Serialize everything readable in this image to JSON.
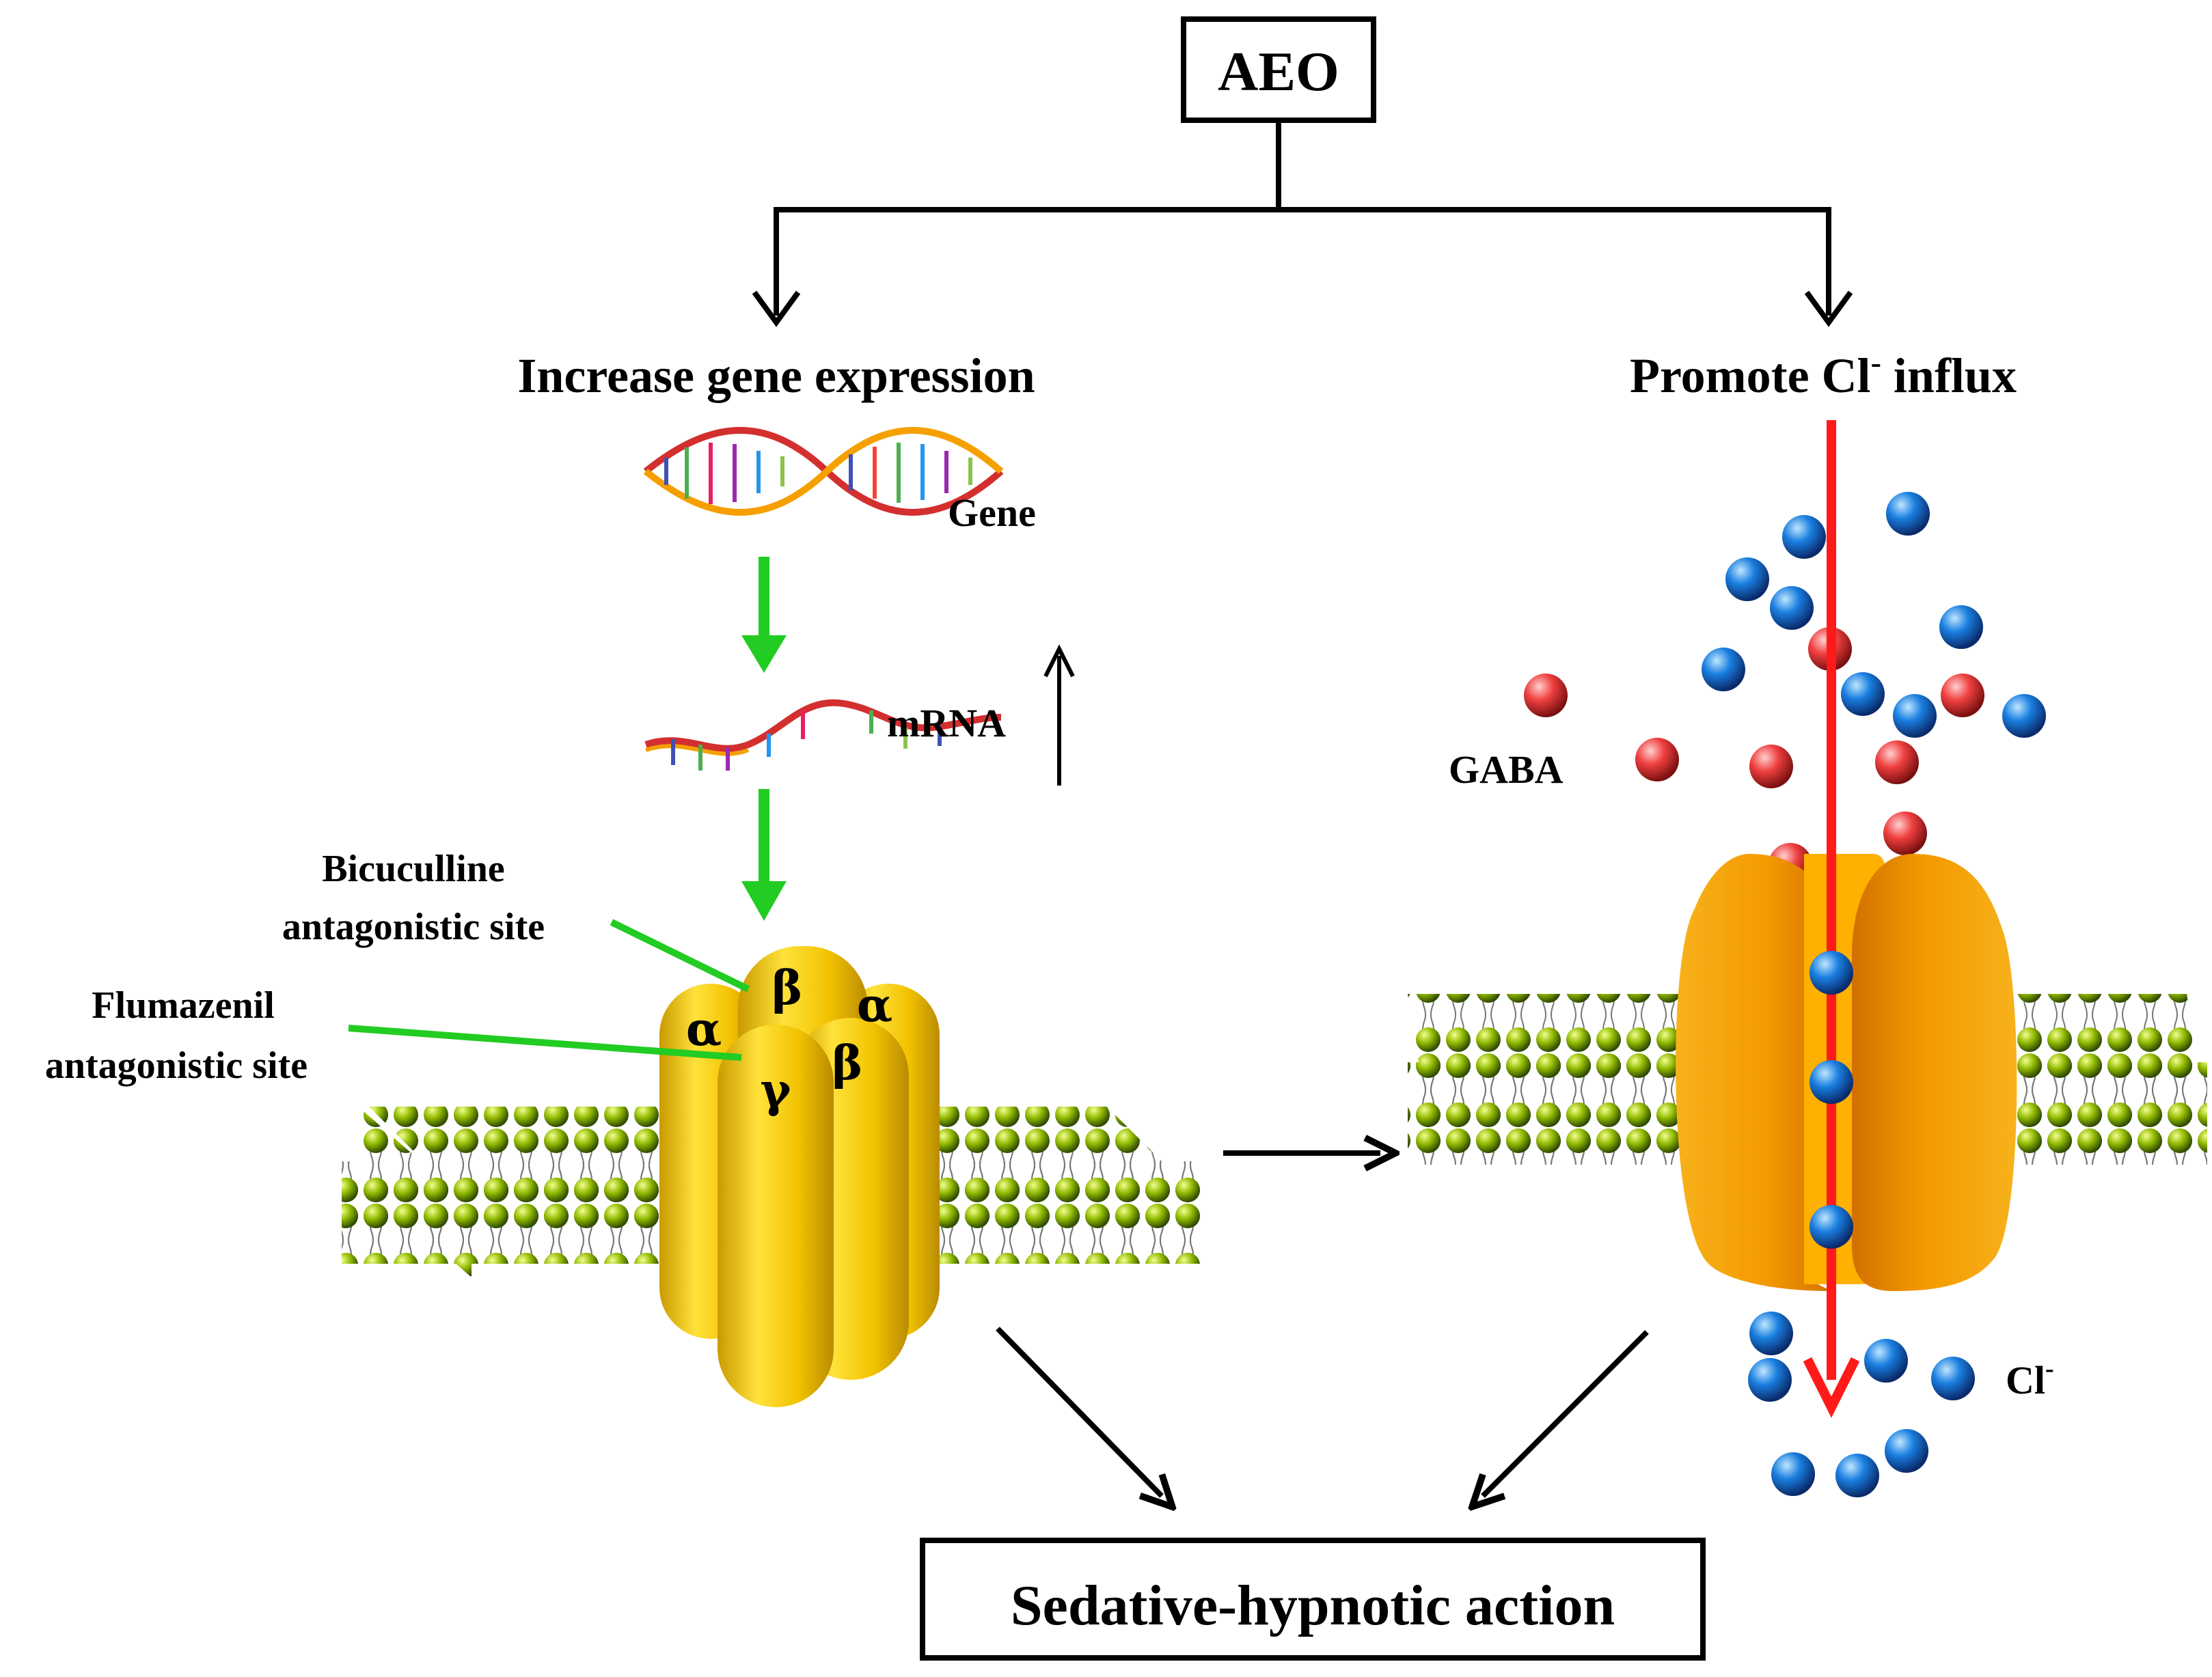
{
  "nodes": {
    "top": "AEO",
    "left_branch": "Increase gene expression",
    "right_branch": "Promote Cl",
    "right_branch_sup": "-",
    "right_branch_tail": " influx",
    "bottom": "Sedative-hypnotic action"
  },
  "labels": {
    "gene": "Gene",
    "mrna": "mRNA",
    "bicuculline_line1": "Bicuculline",
    "bicuculline_line2": "antagonistic site",
    "flumazenil_line1": "Flumazenil",
    "flumazenil_line2": "antagonistic site",
    "gaba": "GABA",
    "chloride": "Cl",
    "chloride_sup": "-"
  },
  "subunits": {
    "alpha_left": "α",
    "beta_top": "β",
    "alpha_right": "α",
    "gamma": "γ",
    "beta_front": "β"
  },
  "colors": {
    "green_arrow": "#22cc22",
    "red_arrow": "#ff1a1a",
    "chloride_ion": "#1a7fe0",
    "gaba_molecule": "#f04040",
    "receptor_yellow": "#f2c200",
    "channel_orange": "#f59a00",
    "lipid_head": "#8fb800"
  },
  "icons": {
    "dna": "dna-helix-icon",
    "mrna": "mrna-strand-icon",
    "up_arrow": "up-arrow-icon"
  }
}
